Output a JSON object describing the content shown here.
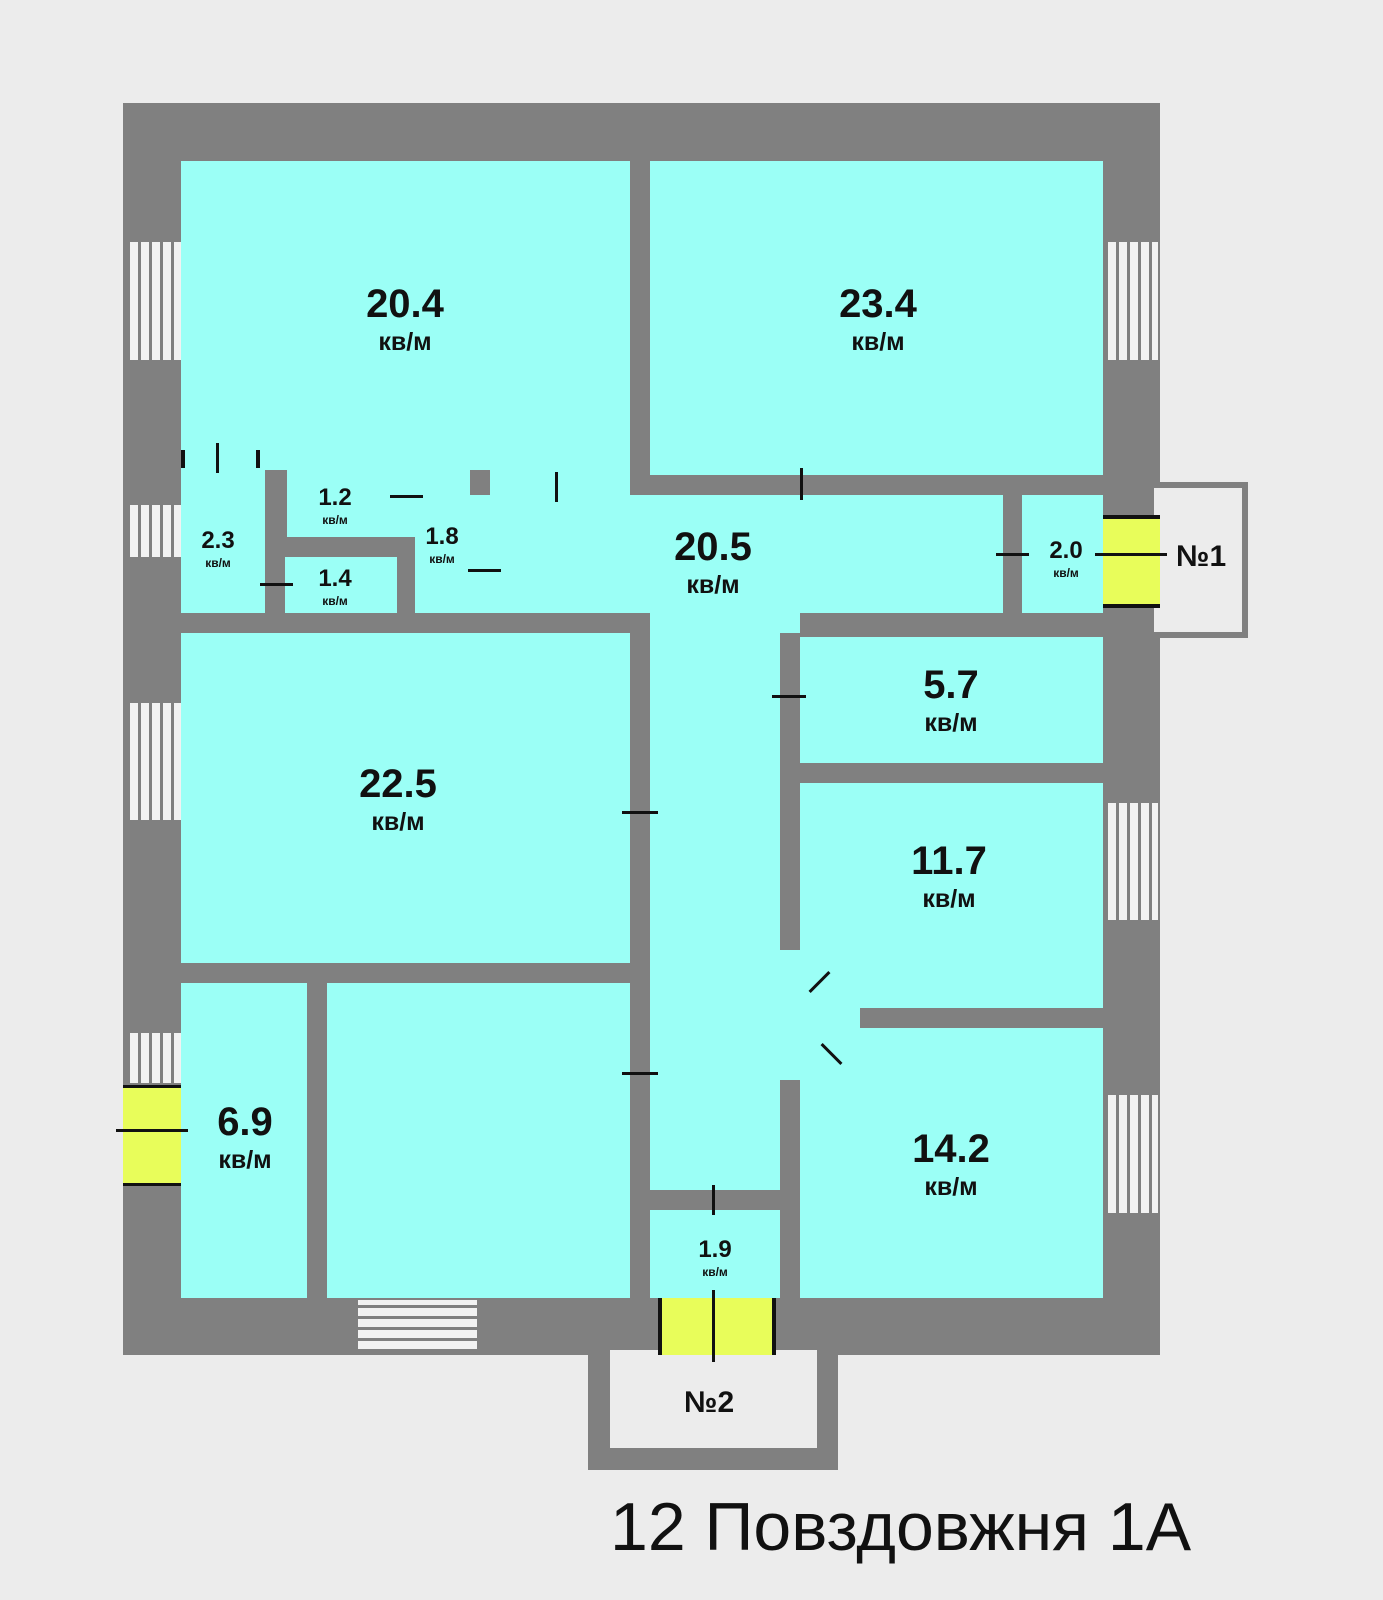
{
  "title": "12 Повздовжня 1A",
  "unit": "кв/м",
  "rooms": [
    {
      "area": "20.4"
    },
    {
      "area": "23.4"
    },
    {
      "area": "20.5"
    },
    {
      "area": "1.2"
    },
    {
      "area": "1.8"
    },
    {
      "area": "2.3"
    },
    {
      "area": "1.4"
    },
    {
      "area": "2.0"
    },
    {
      "area": "5.7"
    },
    {
      "area": "22.5"
    },
    {
      "area": "11.7"
    },
    {
      "area": "6.9"
    },
    {
      "area": "14.2"
    },
    {
      "area": "1.9"
    }
  ],
  "entrances": [
    {
      "label": "№1"
    },
    {
      "label": "№2"
    }
  ],
  "colors": {
    "wall": "#808080",
    "room": "#9bfff6",
    "entrance": "#e8fd5a",
    "background": "#ececec"
  }
}
